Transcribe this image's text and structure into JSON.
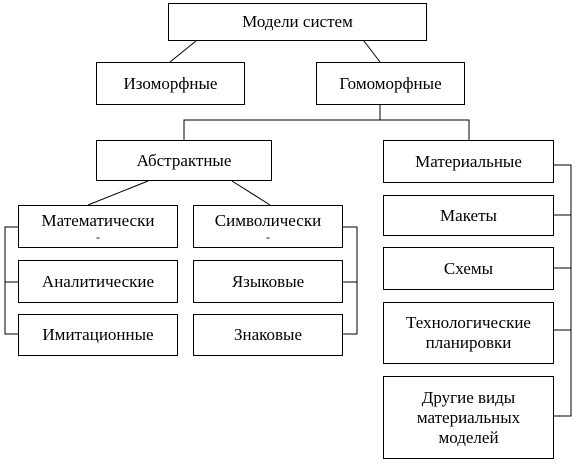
{
  "diagram": {
    "root": "Модели систем",
    "isomorphic": "Изоморфные",
    "homomorphic": "Гомоморфные",
    "abstract": "Абстрактные",
    "material": "Материальные",
    "mathematical": [
      "Математически",
      "-"
    ],
    "symbolic": [
      "Символически",
      "-"
    ],
    "analytical": "Аналитические",
    "imitational": "Имитационные",
    "linguistic": "Языковые",
    "sign": "Знаковые",
    "mockups": "Макеты",
    "schemes": "Схемы",
    "tech_layouts": [
      "Технологические",
      "планировки"
    ],
    "other_material": [
      "Другие виды",
      "материальных",
      "моделей"
    ]
  }
}
